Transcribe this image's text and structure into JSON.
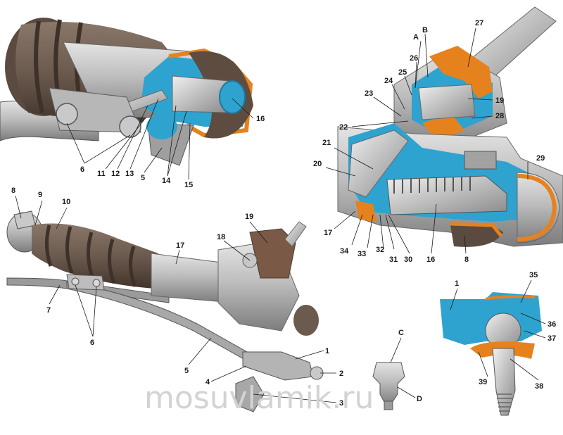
{
  "watermark": "mosuvlamik.ru",
  "labels": {
    "n1": "1",
    "n2": "2",
    "n3": "3",
    "n4": "4",
    "n5": "5",
    "n6": "6",
    "n7": "7",
    "n8": "8",
    "n9": "9",
    "n10": "10",
    "n11": "11",
    "n12": "12",
    "n13": "13",
    "n14": "14",
    "n15": "15",
    "n16": "16",
    "n17": "17",
    "n18": "18",
    "n19": "19",
    "n20": "20",
    "n21": "21",
    "n22": "22",
    "n23": "23",
    "n24": "24",
    "n25": "25",
    "n26": "26",
    "n27": "27",
    "n28": "28",
    "n29": "29",
    "n30": "30",
    "n31": "31",
    "n32": "32",
    "n33": "33",
    "n34": "34",
    "n35": "35",
    "n36": "36",
    "n37": "37",
    "n38": "38",
    "n39": "39",
    "A": "A",
    "B": "B",
    "C": "C",
    "D": "D"
  },
  "colors": {
    "metal": "#a9a9a9",
    "metal_light": "#d2d2d2",
    "metal_dark": "#6e6e6e",
    "boot": "#6b5a4e",
    "boot_dark": "#4a3b31",
    "section": "#2ea3cf",
    "seal": "#e6821e",
    "line": "#1a1a1a"
  }
}
